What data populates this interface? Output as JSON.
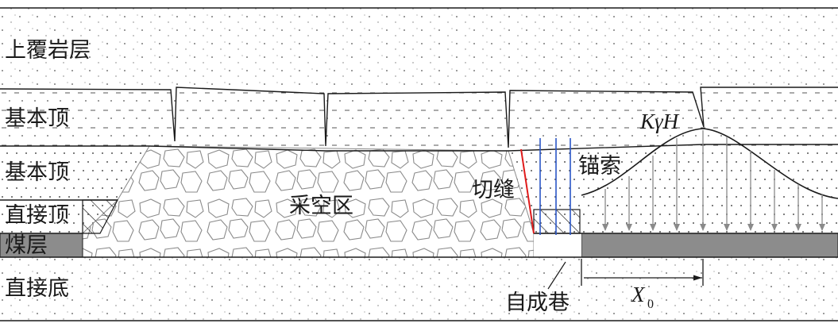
{
  "layers": {
    "overburden": "上覆岩层",
    "main_roof_upper": "基本顶",
    "main_roof_lower": "基本顶",
    "immediate_roof": "直接顶",
    "coal_seam": "煤层",
    "immediate_floor": "直接底"
  },
  "annotations": {
    "goaf": "采空区",
    "roof_cutting": "切缝",
    "anchor_cable": "锚索",
    "self_formed_roadway": "自成巷",
    "stress_peak": "KγH",
    "distance_main": "X",
    "distance_sub": "0"
  },
  "colors": {
    "line": "#1a1a1a",
    "coal": "#8c8c8c",
    "cut_line": "#e01b1b",
    "anchor_cable": "#2a56c6",
    "arrows": "#8a8a8a"
  }
}
